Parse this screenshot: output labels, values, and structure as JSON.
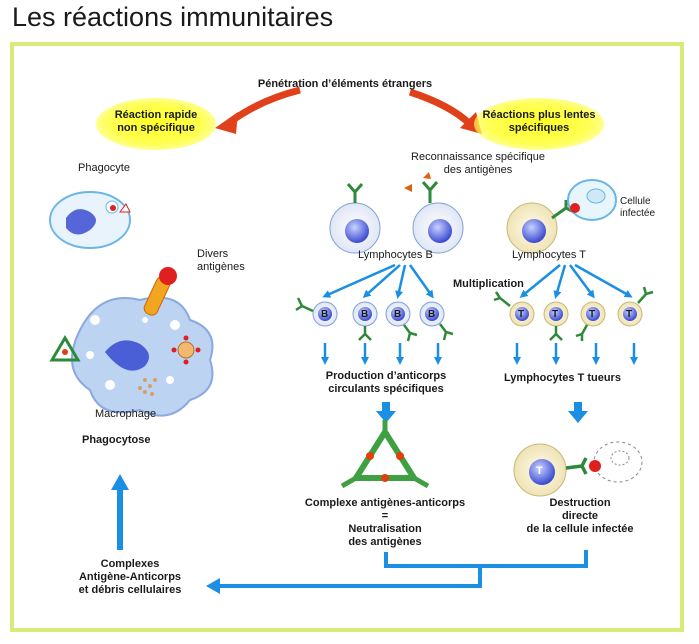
{
  "title": "Les réactions immunitaires",
  "top": {
    "penetration": "Pénétration d’éléments étrangers"
  },
  "left": {
    "rapid_line1": "Réaction rapide",
    "rapid_line2": "non spécifique",
    "phagocyte": "Phagocyte",
    "divers_line1": "Divers",
    "divers_line2": "antigènes",
    "macrophage": "Macrophage",
    "phagocytose": "Phagocytose"
  },
  "right": {
    "slow_line1": "Réactions plus lentes",
    "slow_line2": "spécifiques",
    "recognition_line1": "Reconnaissance spécifique",
    "recognition_line2": "des antigènes",
    "cell_line1": "Cellule",
    "cell_line2": "infectée",
    "lymph_b": "Lymphocytes B",
    "lymph_t": "Lymphocytes T",
    "multiplication": "Multiplication",
    "b_letter": "B",
    "t_letter": "T",
    "prod_line1": "Production d’anticorps",
    "prod_line2": "circulants spécifiques",
    "tueurs": "Lymphocytes T tueurs",
    "complexe_line1": "Complexe antigènes-anticorps",
    "complexe_line2": "=",
    "complexe_line3": "Neutralisation",
    "complexe_line4": "des antigènes",
    "destruction_line1": "Destruction",
    "destruction_line2": "directe",
    "destruction_line3": "de la cellule infectée"
  },
  "bottom": {
    "complexes_line1": "Complexes",
    "complexes_line2": "Antigène-Anticorps",
    "complexes_line3": "et débris cellulaires"
  },
  "colors": {
    "frame": "#d8ea7a",
    "arrow_blue": "#1a8fe3",
    "arrow_red": "#e0401a",
    "highlight": "#ffff33"
  }
}
